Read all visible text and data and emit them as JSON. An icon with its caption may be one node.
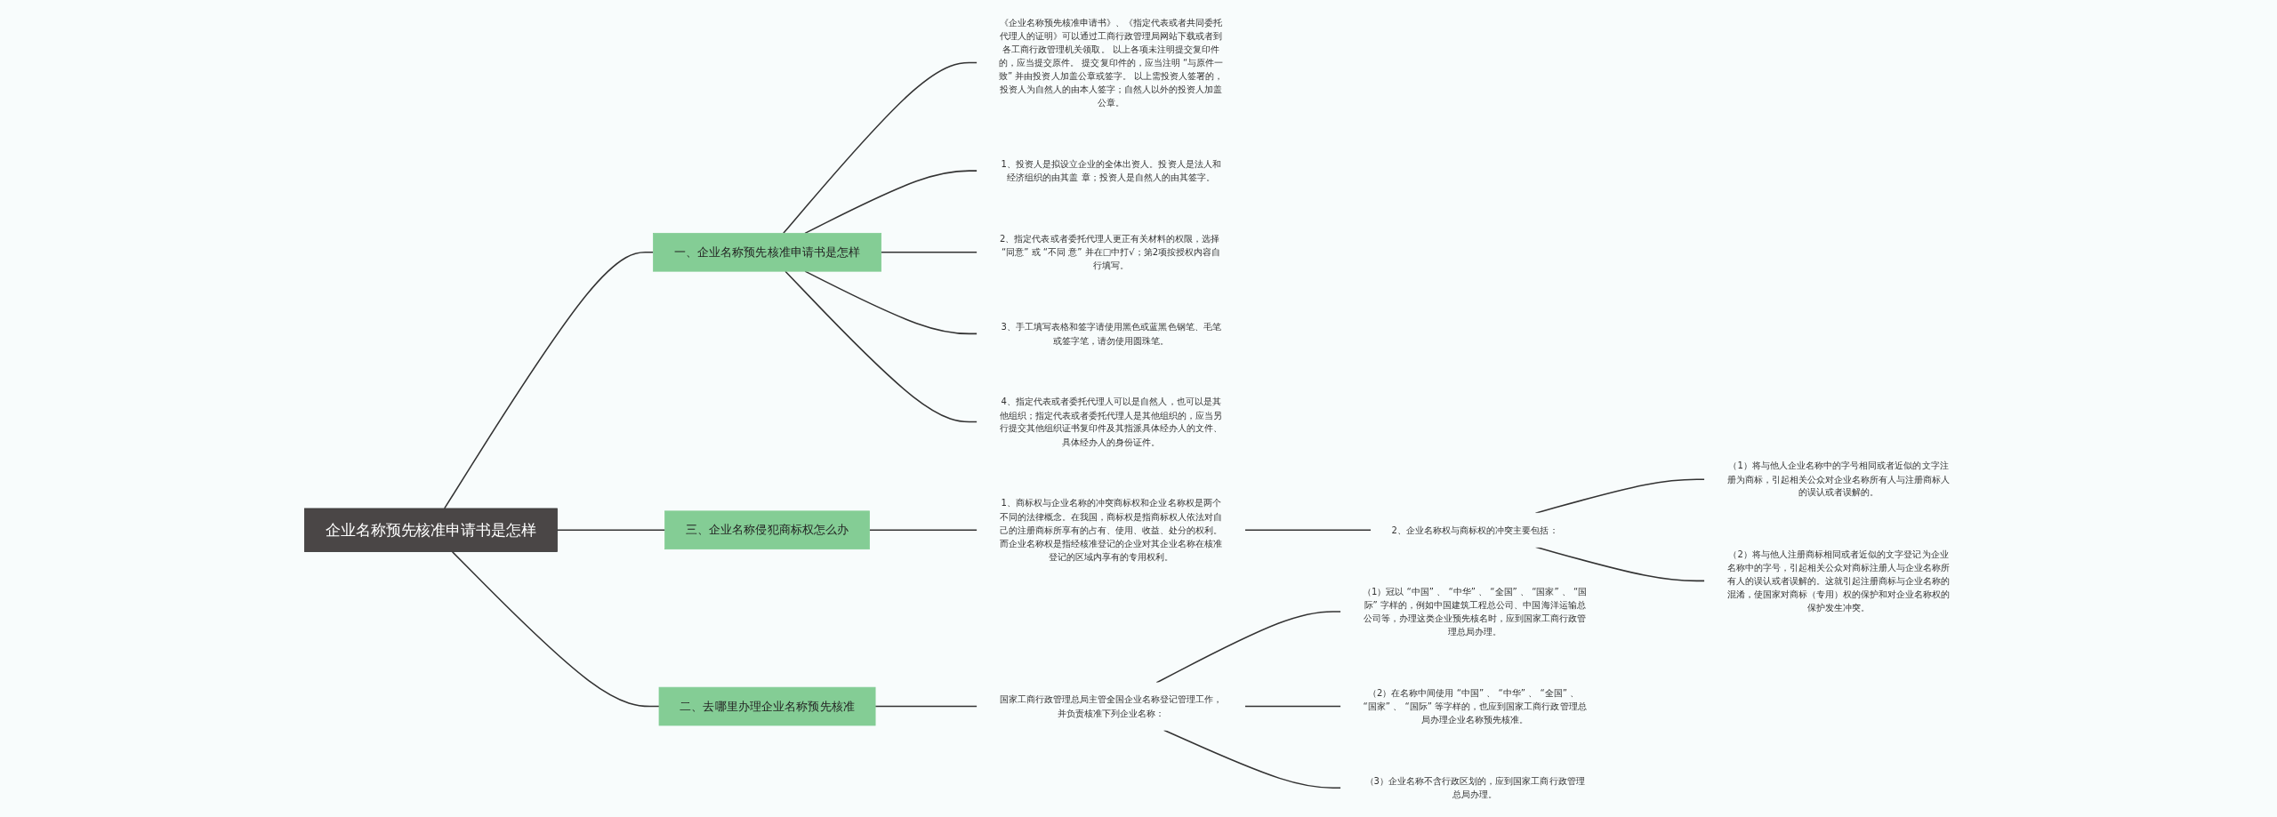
{
  "diagram": {
    "nodes": [
      {
        "text": [
          "企业名称预先核准申请书是怎样"
        ]
      },
      {
        "text": [
          "一、企业名称预先核准申请书是怎样"
        ]
      },
      {
        "text": [
          "《企业名称预先核准申请书》、《指定代表或者共同委托代理人的证明》可以通过工商行政管理局网站下载或者到各工商行政管理机关领取。 以上各项未注明提交复印件的，应当提交原件。 提交复印件的，应当注明 “与原件一致” 并由投资人加盖公章或签字。 以上需投资人签署的，投资人为自然人的由本人签字；自然人以外的投资人加盖公章。"
        ]
      },
      {
        "text": [
          "1、投资人是拟设立企业的全体出资人。投资人是法人和经济组织的由其盖 章；投资人是自然人的由其签字。"
        ]
      },
      {
        "text": [
          "2、指定代表或者委托代理人更正有关材料的权限，选择 “同意” 或 “不同 意” 并在□中打√；第2项按授权内容自行填写。"
        ]
      },
      {
        "text": [
          "3、手工填写表格和签字请使用黑色或蓝黑色钢笔、毛笔或签字笔，请勿使用圆珠笔。"
        ]
      },
      {
        "text": [
          "4、指定代表或者委托代理人可以是自然人，也可以是其他组织；指定代表或者委托代理人是其他组织的，应当另行提交其他组织证书复印件及其指派具体经办人的文件、具体经办人的身份证件。"
        ]
      },
      {
        "text": [
          "二、去哪里办理企业名称预先核准"
        ]
      },
      {
        "text": [
          "国家工商行政管理总局主管全国企业名称登记管理工作，并负责核准下列企业名称："
        ]
      },
      {
        "text": [
          "（1）冠以 “中国” 、 “中华” 、 “全国” 、 “国家” 、 “国际” 字样的，例如中国建筑工程总公司、中国海洋运输总公司等，办理这类企业预先核名时，应到国家工商行政管理总局办理。"
        ]
      },
      {
        "text": [
          "（2）在名称中间使用 “中国” 、 “中华” 、 “全国” 、 “国家” 、 “国际” 等字样的，也应到国家工商行政管理总局办理企业名称预先核准。"
        ]
      },
      {
        "text": [
          "（3）企业名称不含行政区划的，应到国家工商行政管理总局办理。"
        ]
      },
      {
        "text": [
          "三、企业名称侵犯商标权怎么办"
        ]
      },
      {
        "text": [
          "1、商标权与企业名称的冲突商标权和企业名称权是两个不同的法律概念。在我国，商标权是指商标权人依法对自己的注册商标所享有的占有、使用、收益、处分的权利。而企业名称权是指经核准登记的企业对其企业名称在核准登记的区域内享有的专用权利。"
        ]
      },
      {
        "text": [
          "2、企业名称权与商标权的冲突主要包括："
        ]
      },
      {
        "text": [
          "（1）将与他人企业名称中的字号相同或者近似的文字注册为商标，引起相关公众对企业名称所有人与注册商标人的误认或者误解的。"
        ]
      },
      {
        "text": [
          "（2）将与他人注册商标相同或者近似的文字登记为企业名称中的字号，引起相关公众对商标注册人与企业名称所有人的误认或者误解的。这就引起注册商标与企业名称的混淆，使国家对商标（专用）权的保护和对企业名称权的保护发生冲突。"
        ]
      }
    ],
    "edges": [
      {
        "from": 0,
        "to": 1,
        "arrow": "none"
      },
      {
        "from": 1,
        "to": 2,
        "arrow": "none"
      },
      {
        "from": 1,
        "to": 3,
        "arrow": "none"
      },
      {
        "from": 1,
        "to": 4,
        "arrow": "none"
      },
      {
        "from": 1,
        "to": 5,
        "arrow": "none"
      },
      {
        "from": 1,
        "to": 6,
        "arrow": "none"
      },
      {
        "from": 0,
        "to": 7,
        "arrow": "none"
      },
      {
        "from": 7,
        "to": 8,
        "arrow": "none"
      },
      {
        "from": 8,
        "to": 9,
        "arrow": "none"
      },
      {
        "from": 8,
        "to": 10,
        "arrow": "none"
      },
      {
        "from": 8,
        "to": 11,
        "arrow": "none"
      },
      {
        "from": 0,
        "to": 12,
        "arrow": "none"
      },
      {
        "from": 12,
        "to": 13,
        "arrow": "none"
      },
      {
        "from": 13,
        "to": 14,
        "arrow": "none"
      },
      {
        "from": 14,
        "to": 15,
        "arrow": "none"
      },
      {
        "from": 14,
        "to": 16,
        "arrow": "none"
      }
    ]
  }
}
